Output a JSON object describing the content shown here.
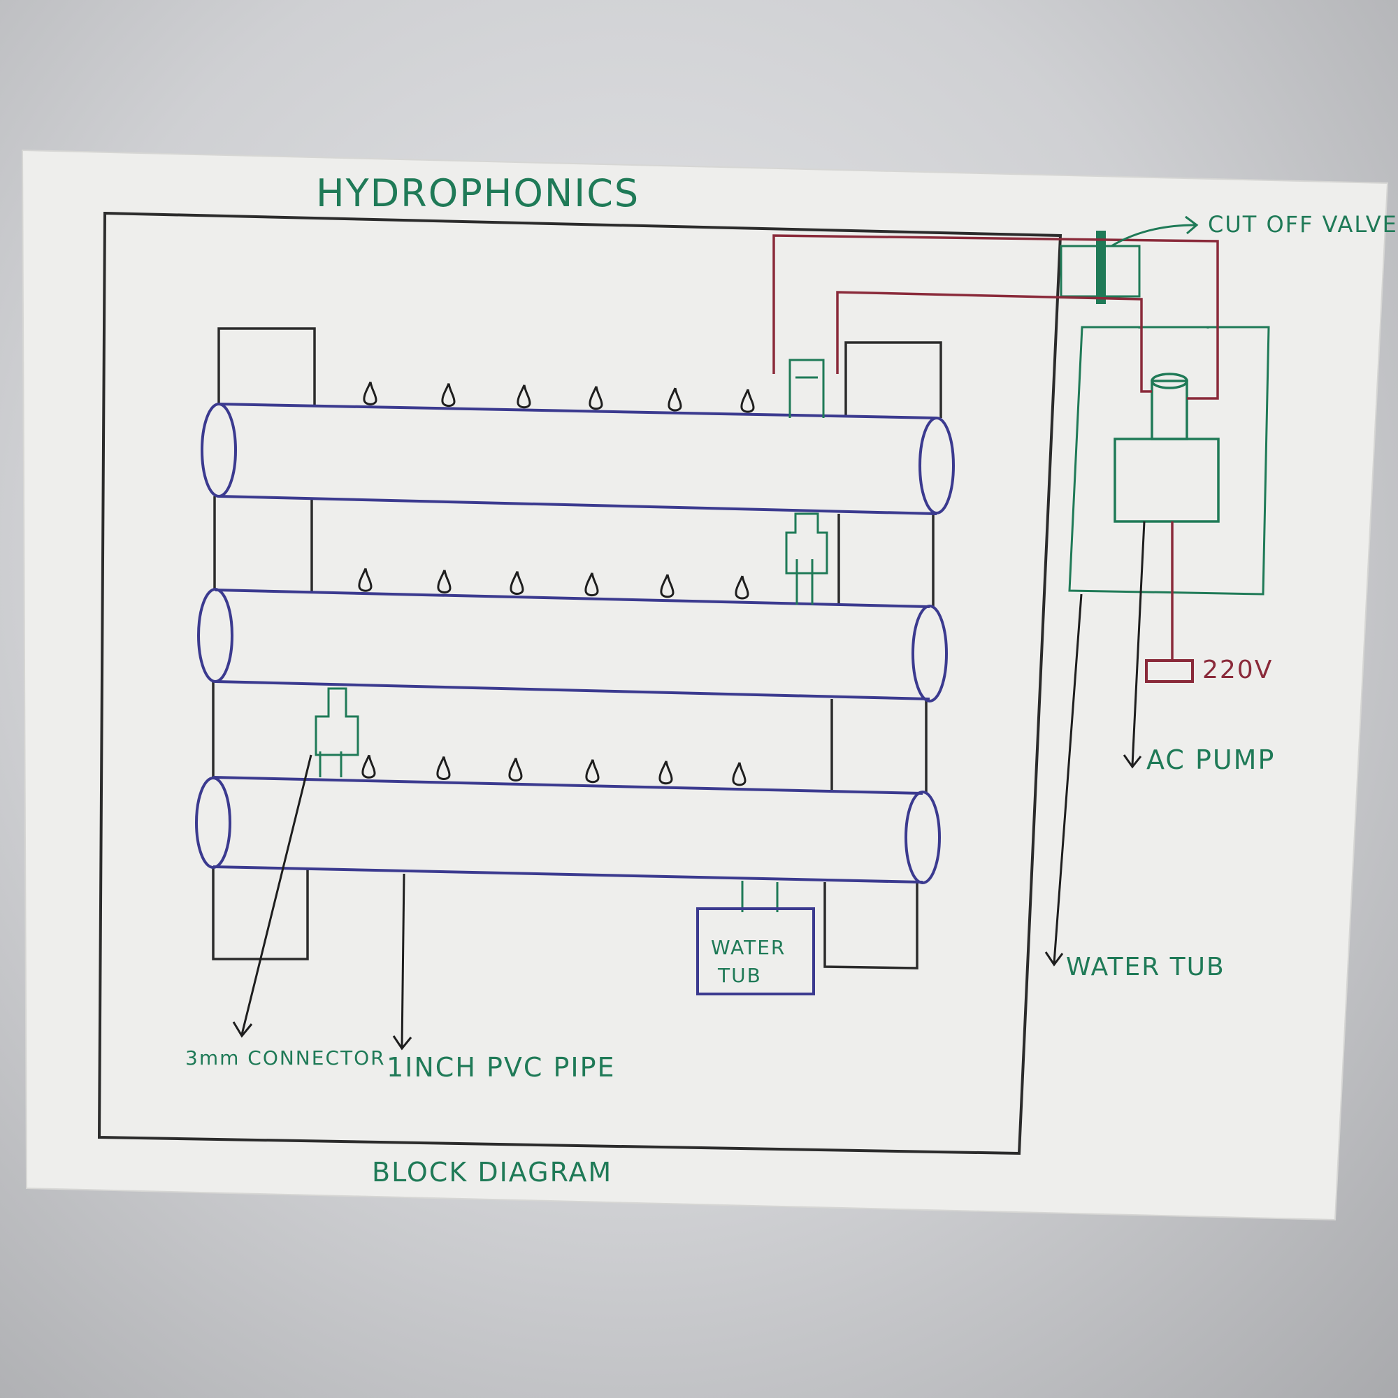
{
  "title": "HYDROPHONICS",
  "footer": "BLOCK DIAGRAM",
  "labels": {
    "cut_off_valve": "CUT OFF VALVE",
    "voltage": "220V",
    "ac_pump": "AC PUMP",
    "water_tub_outer": "WATER TUB",
    "water_tub_inner_line1": "WATER",
    "water_tub_inner_line2": "TUB",
    "connector": "3mm CONNECTOR",
    "pvc_pipe": "1INCH PVC PIPE"
  },
  "colors": {
    "frame": "#2b2b2b",
    "pipe": "#3b3a8f",
    "annotation": "#1f7a57",
    "wire": "#8a2a3a",
    "paper": "#eeeeec"
  }
}
